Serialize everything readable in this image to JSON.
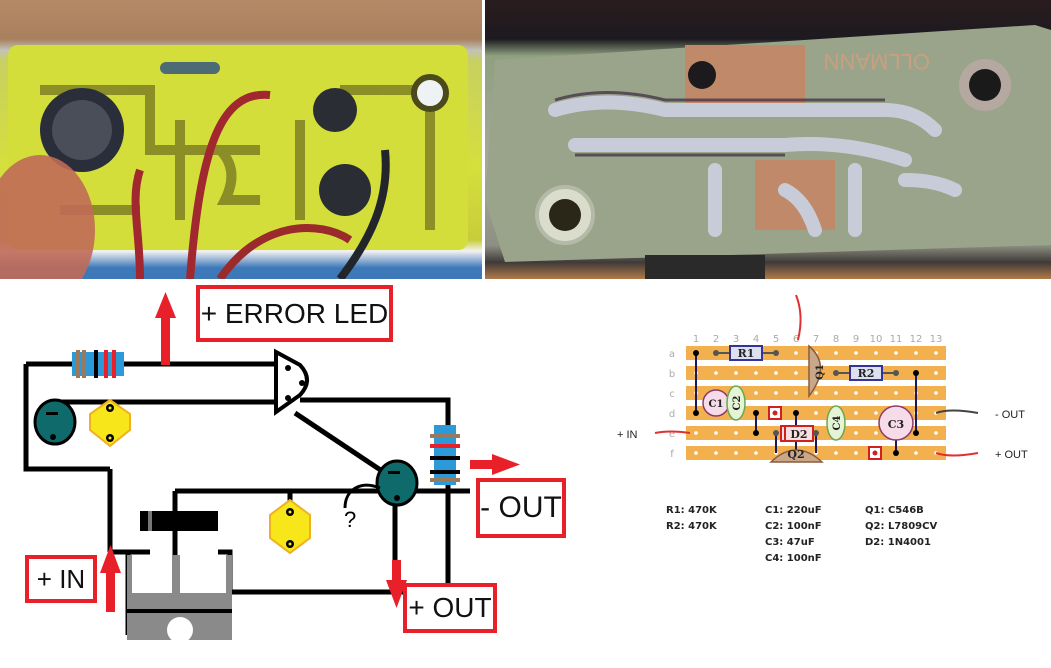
{
  "photos": {
    "left": {
      "description": "Top side of yellow etched PCB with electrolytic capacitors, resistor and red wires"
    },
    "right": {
      "description": "Bottom side of PCB with tinned copper traces",
      "silkscreen_text": "OLLMANN"
    }
  },
  "wiring_diagram": {
    "labels": {
      "error_led": "+ ERROR LED",
      "minus_out": "- OUT",
      "plus_in": "+ IN",
      "plus_out": "+ OUT",
      "unknown": "?"
    },
    "colors": {
      "label_border": "#e8202a",
      "arrow": "#e8202a",
      "electrolytic_cap": "#0f6b6b",
      "ceramic_cap": "#f7e61a",
      "resistor_body": "#2c9ad8",
      "regulator": "#8a8a8a"
    }
  },
  "stripboard": {
    "columns": [
      "1",
      "2",
      "3",
      "4",
      "5",
      "6",
      "7",
      "8",
      "9",
      "10",
      "11",
      "12",
      "13"
    ],
    "rows": [
      "a",
      "b",
      "c",
      "d",
      "e",
      "f"
    ],
    "components": {
      "R1": "R1",
      "R2": "R2",
      "C1": "C1",
      "C2": "C2",
      "C3": "C3",
      "C4": "C4",
      "Q1": "Q1",
      "Q2": "Q2",
      "D2": "D2"
    },
    "side_labels": {
      "plus_in": "+ IN",
      "minus_out": "- OUT",
      "plus_out": "+ OUT"
    },
    "colors": {
      "strip": "#f3b04e",
      "link_wire": "#1a1a5a",
      "cut_marker": "#d02020",
      "wire_red": "#e03030",
      "wire_black": "#444444"
    }
  },
  "bom": {
    "resistors": [
      "R1: 470K",
      "R2: 470K"
    ],
    "capacitors": [
      "C1: 220uF",
      "C2: 100nF",
      "C3: 47uF",
      "C4: 100nF"
    ],
    "semis": [
      "Q1: C546B",
      "Q2: L7809CV",
      "D2: 1N4001"
    ]
  }
}
